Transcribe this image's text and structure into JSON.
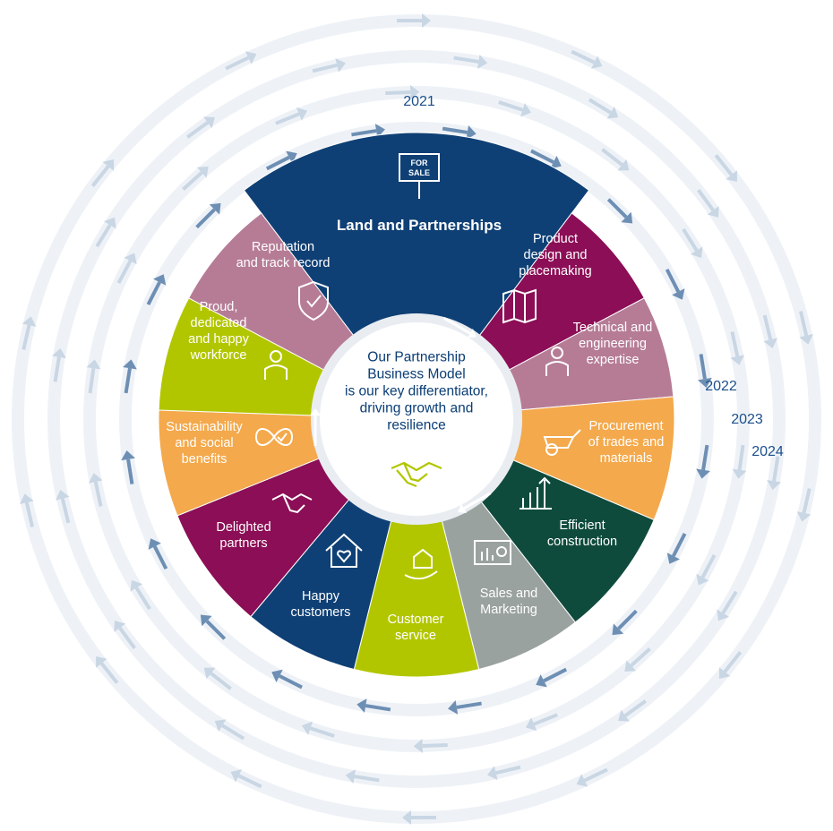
{
  "years": [
    "2021",
    "2022",
    "2023",
    "2024"
  ],
  "center": {
    "text": "Our Partnership\nBusiness Model\nis our key differentiator,\ndriving growth and\nresilience",
    "icon": "handshake-icon"
  },
  "segments": [
    {
      "id": "land-and-partnerships",
      "label": "Land and Partnerships",
      "color": "#0f4075",
      "icon": "for-sale-sign-icon",
      "sign_text": "FOR\nSALE"
    },
    {
      "id": "product-design",
      "label": "Product\ndesign and\nplacemaking",
      "color": "#8b0e56",
      "icon": "map-icon"
    },
    {
      "id": "technical-engineering",
      "label": "Technical and\nengineering\nexpertise",
      "color": "#b67c96",
      "icon": "engineer-icon"
    },
    {
      "id": "procurement",
      "label": "Procurement\nof trades and\nmaterials",
      "color": "#f4a94c",
      "icon": "wheelbarrow-icon"
    },
    {
      "id": "efficient-construction",
      "label": "Efficient\nconstruction",
      "color": "#0f4b3c",
      "icon": "growth-chart-icon"
    },
    {
      "id": "sales-marketing",
      "label": "Sales and\nMarketing",
      "color": "#9aa29f",
      "icon": "presentation-icon"
    },
    {
      "id": "customer-service",
      "label": "Customer\nservice",
      "color": "#b2c600",
      "icon": "house-in-hand-icon"
    },
    {
      "id": "happy-customers",
      "label": "Happy\ncustomers",
      "color": "#0f4075",
      "icon": "house-heart-icon"
    },
    {
      "id": "delighted-partners",
      "label": "Delighted\npartners",
      "color": "#8b0e56",
      "icon": "handshake-icon"
    },
    {
      "id": "sustainability",
      "label": "Sustainability\nand social\nbenefits",
      "color": "#f4a94c",
      "icon": "infinity-check-icon"
    },
    {
      "id": "workforce",
      "label": "Proud,\ndedicated\nand happy\nworkforce",
      "color": "#b2c600",
      "icon": "workers-icon"
    },
    {
      "id": "reputation",
      "label": "Reputation\nand track record",
      "color": "#b67c96",
      "icon": "shield-check-icon"
    }
  ]
}
